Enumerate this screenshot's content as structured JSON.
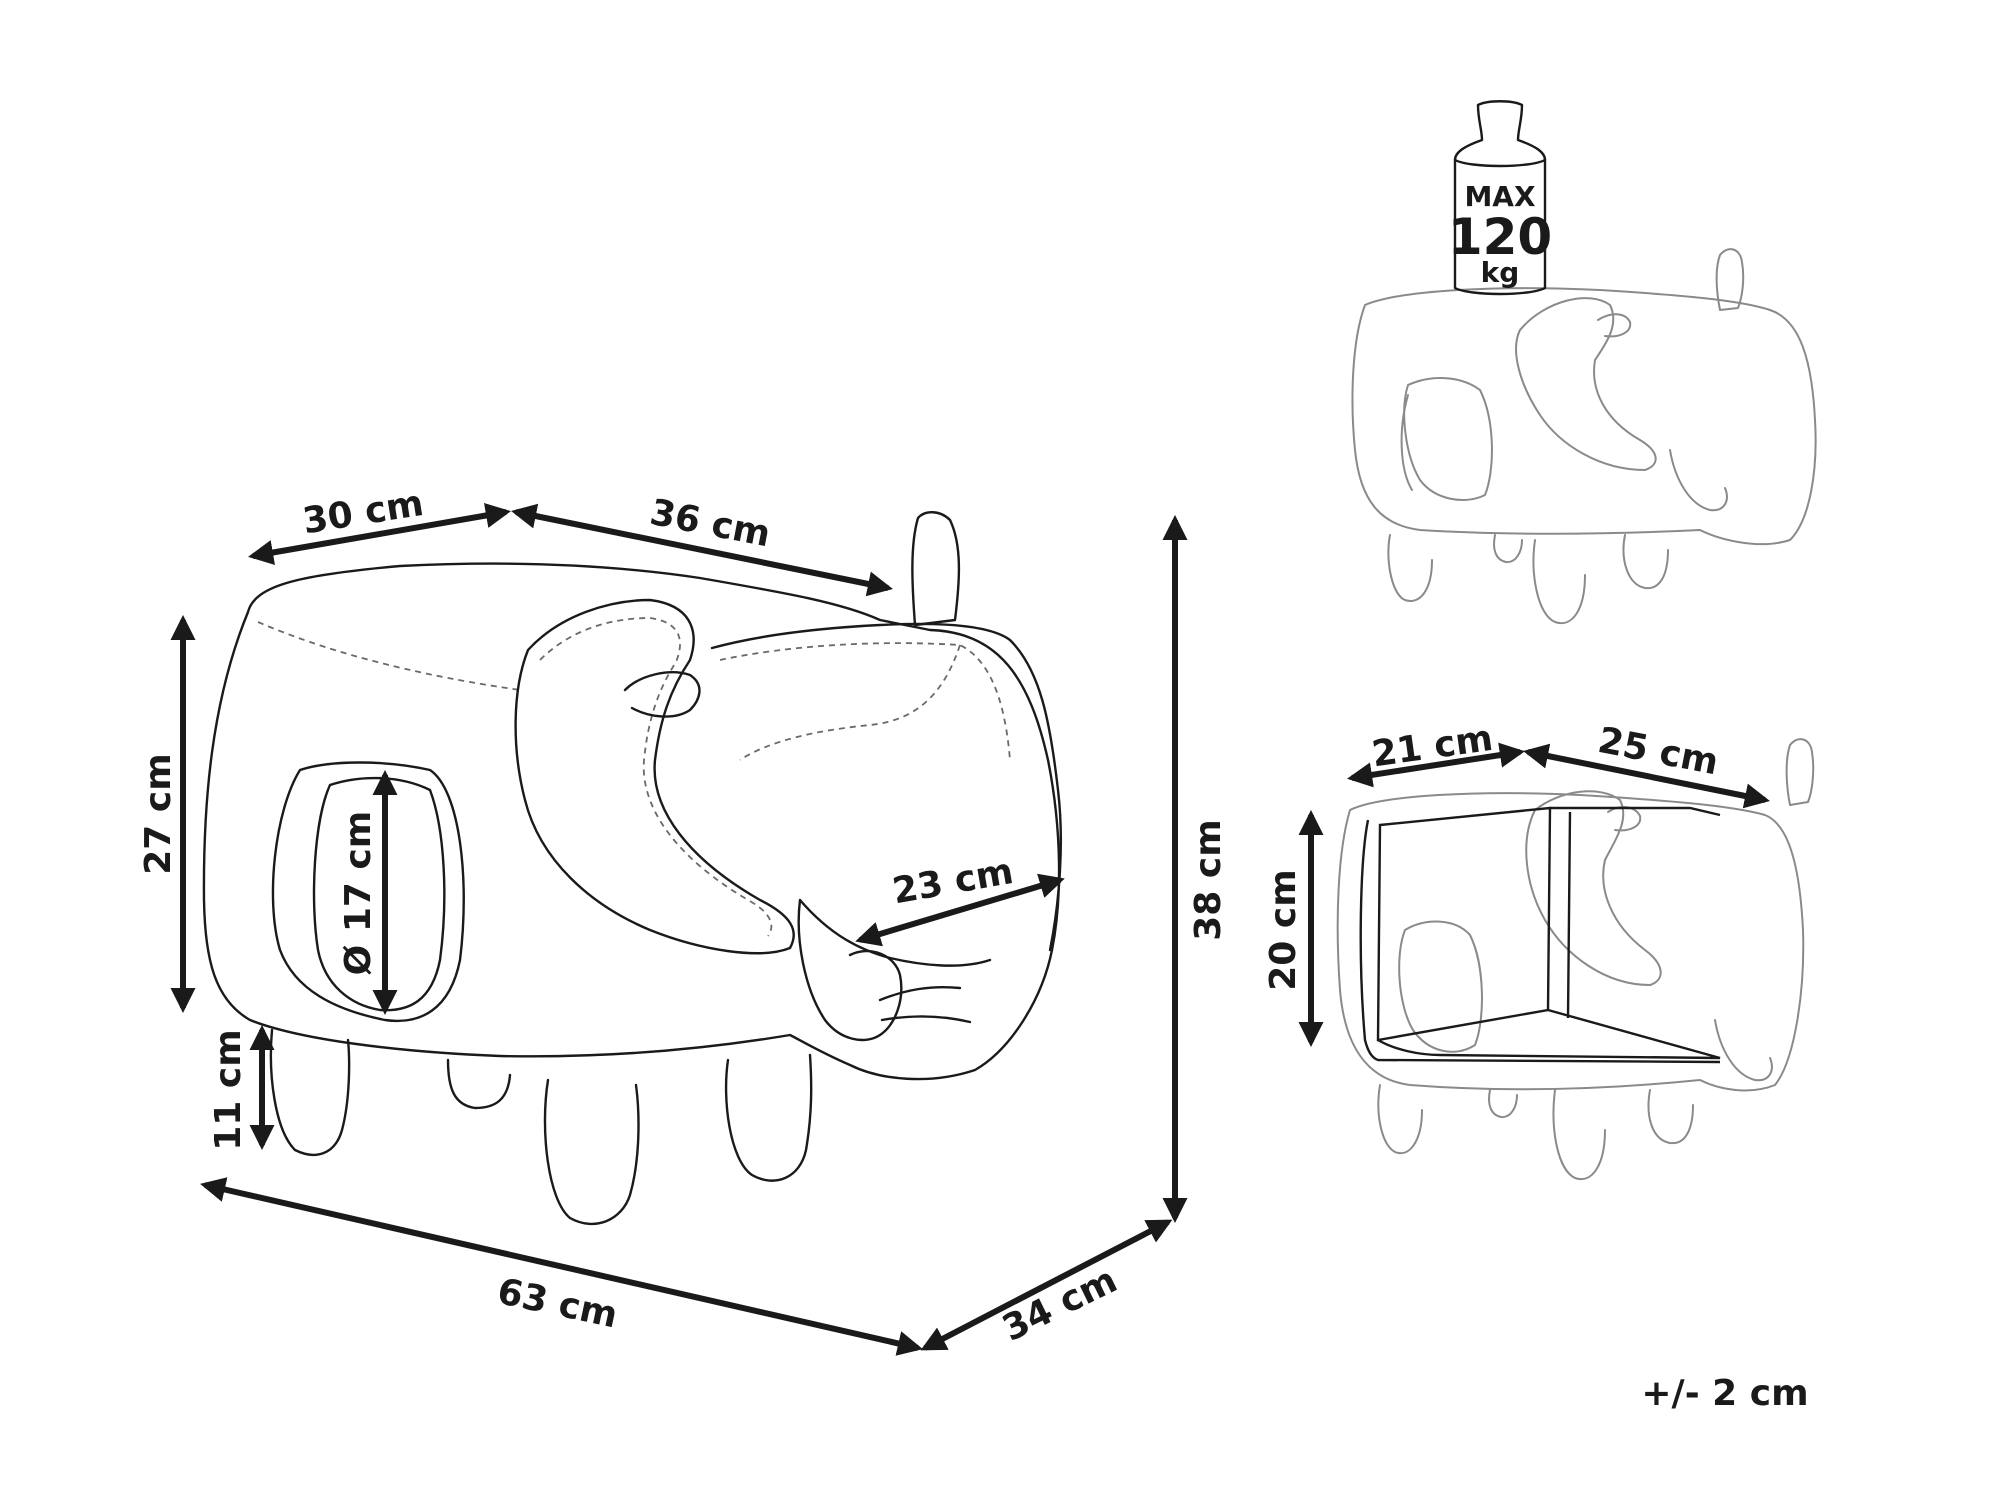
{
  "main_view": {
    "top_left_width": "30 cm",
    "top_right_width": "36 cm",
    "body_height": "27 cm",
    "hole_diameter": "Ø 17 cm",
    "trunk_length": "23 cm",
    "leg_height": "11 cm",
    "total_height": "38 cm",
    "total_length": "63 cm",
    "total_depth": "34 cm"
  },
  "load_view": {
    "weight_max": "MAX",
    "weight_value": "120",
    "weight_unit": "kg"
  },
  "storage_view": {
    "inner_width_left": "21 cm",
    "inner_width_right": "25 cm",
    "inner_height": "20 cm"
  },
  "tolerance": "+/- 2 cm",
  "colors": {
    "line": "#1a1a1a",
    "faint_line": "#8a8a8a",
    "background": "#ffffff"
  }
}
